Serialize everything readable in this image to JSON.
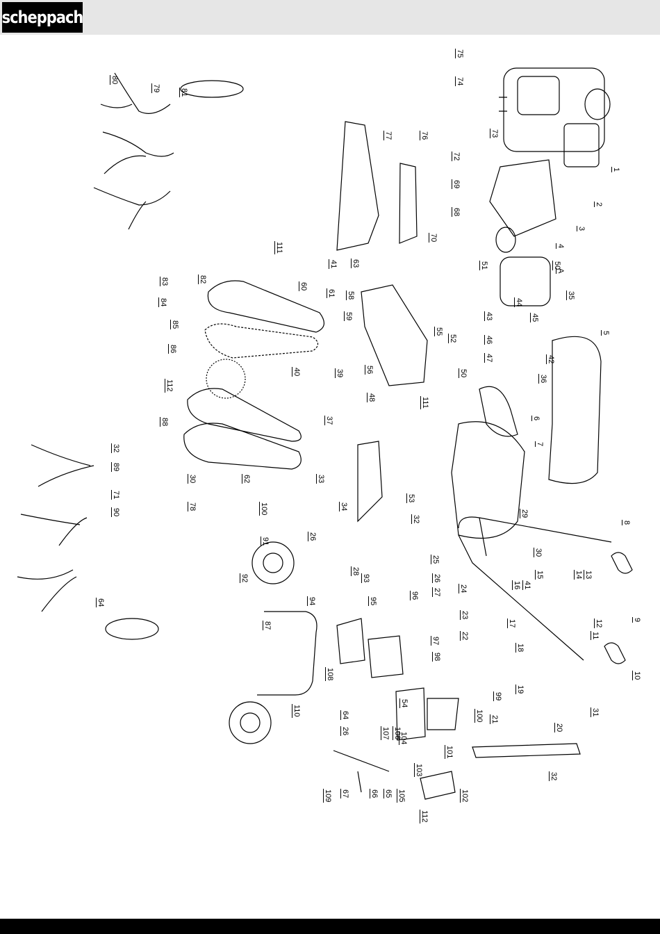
{
  "header": {
    "brand": "scheppach"
  },
  "colors": {
    "header_bg": "#e6e6e6",
    "logo_bg": "#000000",
    "footer_bg": "#000000",
    "line": "#000000"
  },
  "diagram": {
    "labels": [
      "1",
      "2",
      "3",
      "4",
      "5",
      "6",
      "7",
      "8",
      "9",
      "10",
      "11",
      "12",
      "13",
      "14",
      "15",
      "16",
      "17",
      "18",
      "19",
      "20",
      "21",
      "22",
      "23",
      "24",
      "25",
      "26",
      "27",
      "28",
      "29",
      "30",
      "31",
      "32",
      "33",
      "34",
      "35",
      "36",
      "37",
      "39",
      "40",
      "41",
      "42",
      "43",
      "44",
      "45",
      "46",
      "47",
      "48",
      "50",
      "51",
      "52",
      "53",
      "54",
      "55",
      "56",
      "58",
      "59",
      "60",
      "61",
      "62",
      "63",
      "64",
      "65",
      "66",
      "67",
      "68",
      "69",
      "70",
      "71",
      "72",
      "73",
      "74",
      "75",
      "76",
      "77",
      "78",
      "79",
      "80",
      "81",
      "82",
      "83",
      "84",
      "85",
      "86",
      "87",
      "88",
      "89",
      "90",
      "91",
      "92",
      "93",
      "94",
      "95",
      "96",
      "97",
      "98",
      "99",
      "100",
      "101",
      "102",
      "103",
      "104",
      "105",
      "106",
      "107",
      "108",
      "109",
      "110",
      "111",
      "112",
      "A"
    ]
  }
}
